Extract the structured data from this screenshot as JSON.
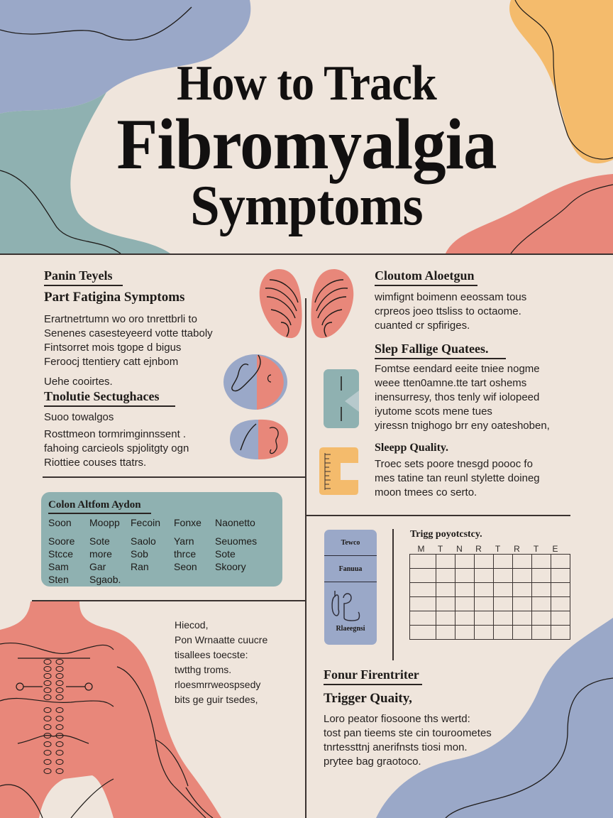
{
  "header": {
    "line1": "How to Track",
    "line2": "Fibromyalgia",
    "line3": "Symptoms"
  },
  "colors": {
    "background": "#efe5dc",
    "blue": "#9aa8c8",
    "teal": "#8fb1b1",
    "orange": "#f4bb6c",
    "coral": "#e8877a",
    "ink": "#1d1a18"
  },
  "left_top": {
    "heading": "Panin Teyels",
    "subheading": "Part Fatigina Symptoms",
    "body": [
      "Erartnetrtumn wo oro tnrettbrli to",
      "Senenes casesteyeerd votte ttaboly",
      "Fintsorret mois tgope d bigus",
      "Feroocj ttentiery catt ejnbom"
    ],
    "note": "Uehe cooirtes.",
    "section2_heading": "Tnolutie Sectughaces",
    "section2_sub": "Suoo towalgos",
    "section2_body": [
      "Rosttmeon tormrimginnssent .",
      "fahoing carcieols spjolitgty ogn",
      "Riottiee couses ttatrs."
    ]
  },
  "right_top": {
    "section1_heading": "Cloutom Aloetgun",
    "section1_body": [
      "wimfignt boimenn eeossam tous",
      "crpreos joeo ttsliss to octaome.",
      "cuanted cr spfiriges."
    ],
    "section2_heading": "Slep Fallige Quatees.",
    "section2_body": [
      "Fomtse eendard eeite tniee nogme",
      "weee tten0amne.tte tart oshems",
      "inensurresy, thos tenly wif iolopeed",
      "iyutome scots mene tues",
      "yiressn tnighogo brr eny oateshoben,"
    ],
    "section3_heading": "Sleepp Quality.",
    "section3_body": [
      "Troec sets poore tnesgd poooc fo",
      "mes tatine tan reunl stylette doineg",
      "moon tmees co serto."
    ]
  },
  "teal_card": {
    "heading": "Colon Altfom Aydon",
    "header_row": [
      "Soon",
      "Moopp",
      "Fecoin",
      "Fonxe",
      "Naonetto"
    ],
    "rows": [
      [
        "Soore",
        "Sote",
        "Saolo",
        "Yarn",
        "Seuomes"
      ],
      [
        "Stcce",
        "more",
        "Sob",
        "thrce",
        "Sote"
      ],
      [
        "Sam",
        "Gar",
        "Ran",
        "Seon",
        "Skoory"
      ],
      [
        "Sten",
        "Sgaob.",
        "",
        "",
        ""
      ]
    ]
  },
  "body_figure": {
    "text": [
      "Hiecod,",
      "Pon Wrnaatte cuucre",
      "tisallees toecste:",
      "twtthg troms.",
      "rloesmrrweospsedy",
      "bits ge guir tsedes,"
    ]
  },
  "tracker_card": {
    "cells": [
      "Tewco",
      "Fanuua",
      "Rlaeegnsi"
    ]
  },
  "calendar": {
    "title": "Trigg poyotcstcy.",
    "days": [
      "M",
      "T",
      "N",
      "R",
      "T",
      "R",
      "T",
      "E"
    ],
    "rows": 6
  },
  "bottom_right": {
    "heading": "Fonur Firentriter",
    "subheading": "Trigger Quaity,",
    "body": [
      "Loro peator fiosoone ths wertd:",
      "tost pan tieems ste cin touroometes",
      "tnrtessttnj anerifnsts tiosi mon.",
      "prytee bag graotoco."
    ]
  }
}
